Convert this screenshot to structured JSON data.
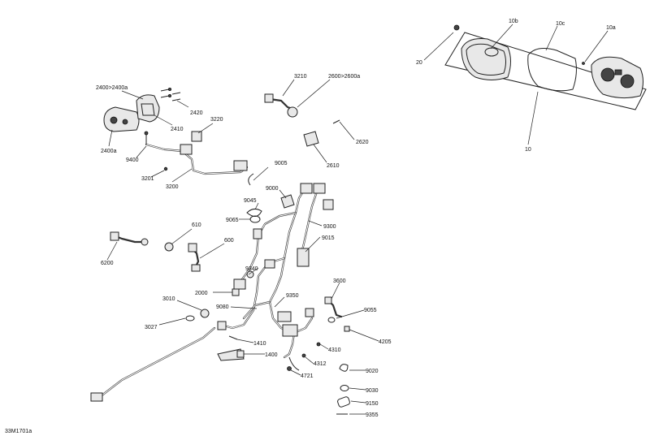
{
  "diagram_id": "33M1701a",
  "callouts": {
    "c10": "10",
    "c10a": "10a",
    "c10b": "10b",
    "c10c": "10c",
    "c20": "20",
    "c2400": "2400>2400a",
    "c2420": "2420",
    "c2410": "2410",
    "c3220": "3220",
    "c2400a": "2400a",
    "c9400": "9400",
    "c3201": "3201",
    "c3200": "3200",
    "c3210": "3210",
    "c2600": "2600>2600a",
    "c2620": "2620",
    "c2610": "2610",
    "c9005": "9005",
    "c9045": "9045",
    "c9000": "9000",
    "c9065": "9065",
    "c9300": "9300",
    "c9015": "9015",
    "c610": "610",
    "c600": "600",
    "c6200": "6200",
    "c9340": "9340",
    "c2000": "2000",
    "c3010": "3010",
    "c9080": "9080",
    "c9350": "9350",
    "c3600": "3600",
    "c9055": "9055",
    "c3027": "3027",
    "c4205": "4205",
    "c1410": "1410",
    "c4310": "4310",
    "c1400": "1400",
    "c4312": "4312",
    "c4721": "4721",
    "c9020": "9020",
    "c9030": "9030",
    "c9150": "9150",
    "c9355": "9355"
  }
}
